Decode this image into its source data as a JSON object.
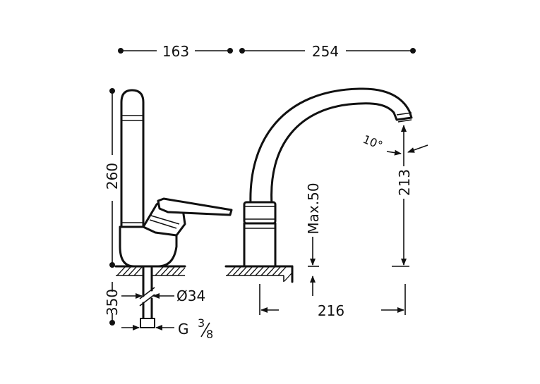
{
  "dimensions": {
    "width_side": "163",
    "width_spout": "254",
    "height_total": "260",
    "thread_length": "350",
    "diameter": "Ø34",
    "thread": "G",
    "thread_num": "3",
    "thread_den": "8",
    "angle": "10°",
    "spout_height": "213",
    "max_thickness": "Max.50",
    "base_to_spout": "216"
  }
}
